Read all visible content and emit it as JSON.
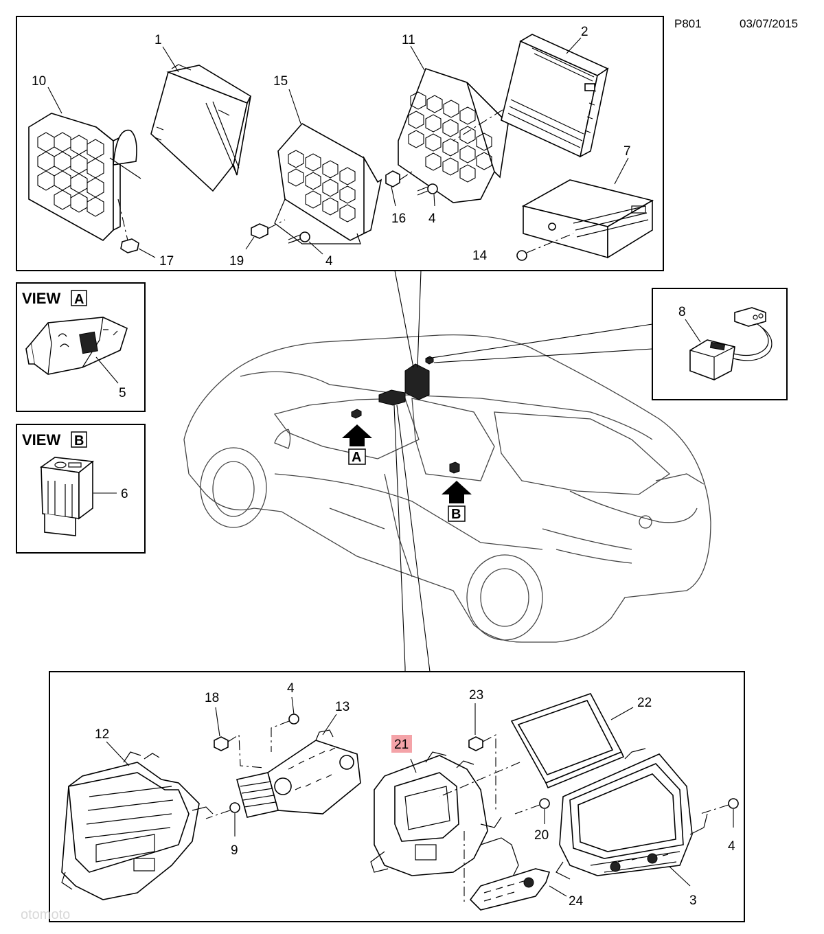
{
  "header": {
    "code": "P801",
    "date": "03/07/2015"
  },
  "views": {
    "a": {
      "word": "VIEW",
      "letter": "A"
    },
    "b": {
      "word": "VIEW",
      "letter": "B"
    }
  },
  "arrows": {
    "a": "A",
    "b": "B"
  },
  "callouts": {
    "c1": "1",
    "c2": "2",
    "c3": "3",
    "c4_top_a": "4",
    "c4_top_b": "4",
    "c4_bot_a": "4",
    "c4_bot_b": "4",
    "c5": "5",
    "c6": "6",
    "c7": "7",
    "c8": "8",
    "c9": "9",
    "c10": "10",
    "c11": "11",
    "c12": "12",
    "c13": "13",
    "c14": "14",
    "c15": "15",
    "c16": "16",
    "c17": "17",
    "c18": "18",
    "c19": "19",
    "c20": "20",
    "c21": "21",
    "c22": "22",
    "c23": "23",
    "c24": "24"
  },
  "colors": {
    "highlight": "#f4a3a8",
    "line": "#000000"
  },
  "watermark": "otomoto"
}
